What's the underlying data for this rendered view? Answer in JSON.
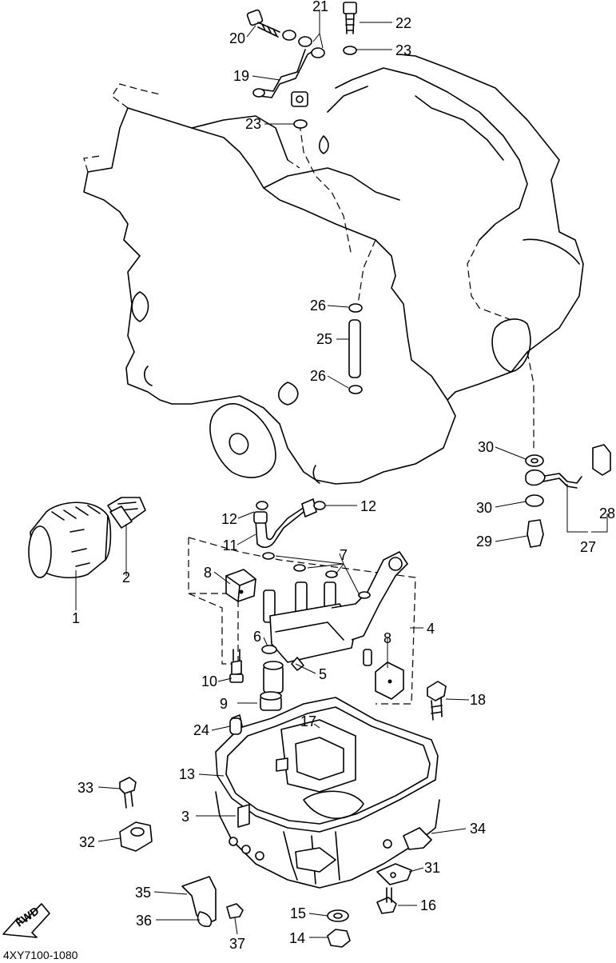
{
  "diagram": {
    "code": "4XY7100-1080",
    "fwd_label": "FWD",
    "colors": {
      "ink": "#000000",
      "paper": "#ffffff"
    }
  },
  "labels": {
    "l1": "1",
    "l2": "2",
    "l3": "3",
    "l4": "4",
    "l5": "5",
    "l6": "6",
    "l7": "7",
    "l8a": "8",
    "l8b": "8",
    "l9": "9",
    "l10": "10",
    "l11": "11",
    "l12a": "12",
    "l12b": "12",
    "l13": "13",
    "l14": "14",
    "l15": "15",
    "l16": "16",
    "l17": "17",
    "l18": "18",
    "l19": "19",
    "l20": "20",
    "l21": "21",
    "l22": "22",
    "l23a": "23",
    "l23b": "23",
    "l24": "24",
    "l25": "25",
    "l26a": "26",
    "l26b": "26",
    "l27": "27",
    "l28": "28",
    "l29": "29",
    "l30a": "30",
    "l30b": "30",
    "l31": "31",
    "l32": "32",
    "l33": "33",
    "l34": "34",
    "l35": "35",
    "l36": "36",
    "l37": "37"
  }
}
